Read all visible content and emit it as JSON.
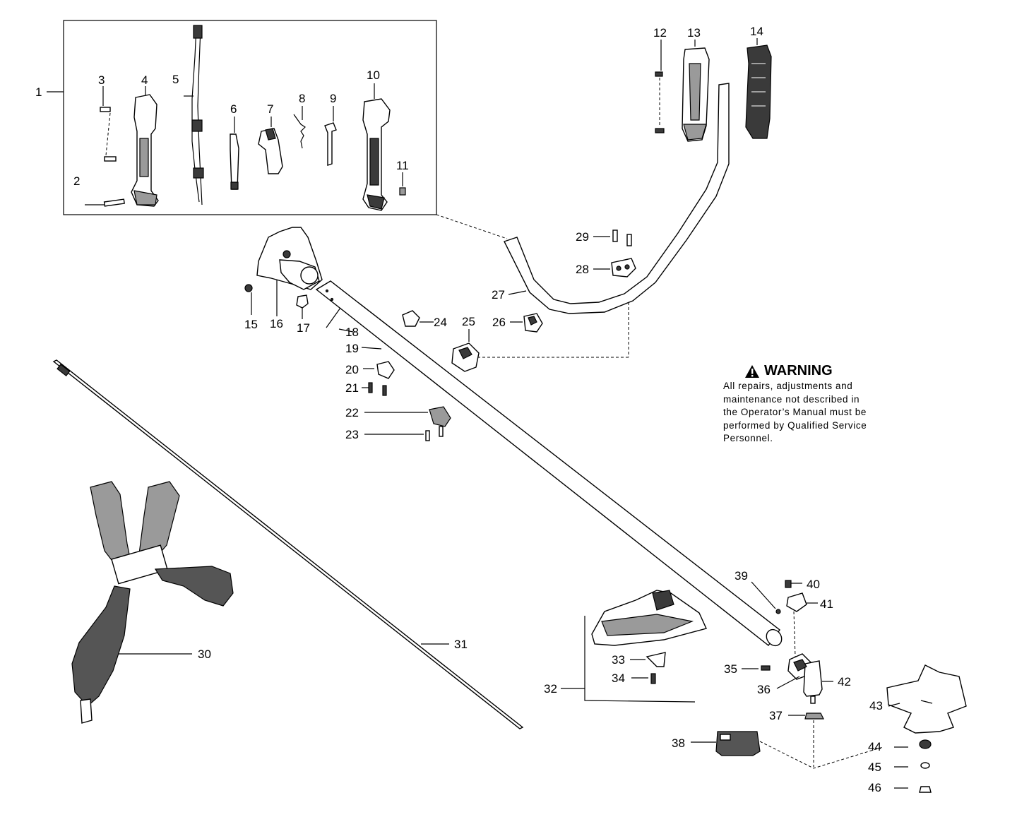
{
  "labels": {
    "p1": "1",
    "p2": "2",
    "p3": "3",
    "p4": "4",
    "p5": "5",
    "p6": "6",
    "p7": "7",
    "p8": "8",
    "p9": "9",
    "p10": "10",
    "p11": "11",
    "p12": "12",
    "p13": "13",
    "p14": "14",
    "p15": "15",
    "p16": "16",
    "p17": "17",
    "p18": "18",
    "p19": "19",
    "p20": "20",
    "p21": "21",
    "p22": "22",
    "p23": "23",
    "p24": "24",
    "p25": "25",
    "p26": "26",
    "p27": "27",
    "p28": "28",
    "p29": "29",
    "p30": "30",
    "p31": "31",
    "p32": "32",
    "p33": "33",
    "p34": "34",
    "p35": "35",
    "p36": "36",
    "p37": "37",
    "p38": "38",
    "p39": "39",
    "p40": "40",
    "p41": "41",
    "p42": "42",
    "p43": "43",
    "p44": "44",
    "p45": "45",
    "p46": "46"
  },
  "warning": {
    "title": "WARNING",
    "icon": "warning-triangle-icon",
    "lines": [
      "All repairs, adjustments and",
      "maintenance not described in",
      "the Operator’s Manual must be",
      "performed by Qualified Service",
      "Personnel."
    ]
  }
}
